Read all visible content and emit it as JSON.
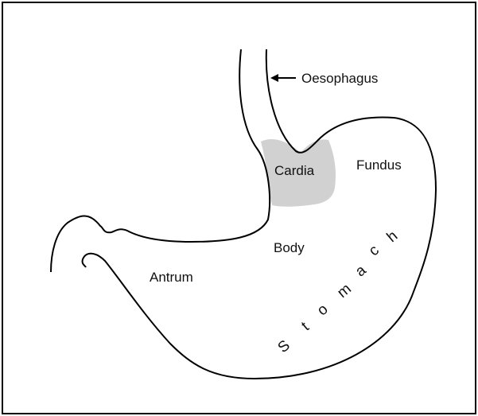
{
  "diagram": {
    "labels": {
      "oesophagus": "Oesophagus",
      "cardia": "Cardia",
      "fundus": "Fundus",
      "body": "Body",
      "antrum": "Antrum",
      "stomach_letters": [
        "S",
        "t",
        "o",
        "m",
        "a",
        "c",
        "h"
      ]
    },
    "colors": {
      "outline": "#000000",
      "cardia_fill": "#d1d1d1",
      "background": "#ffffff"
    }
  }
}
